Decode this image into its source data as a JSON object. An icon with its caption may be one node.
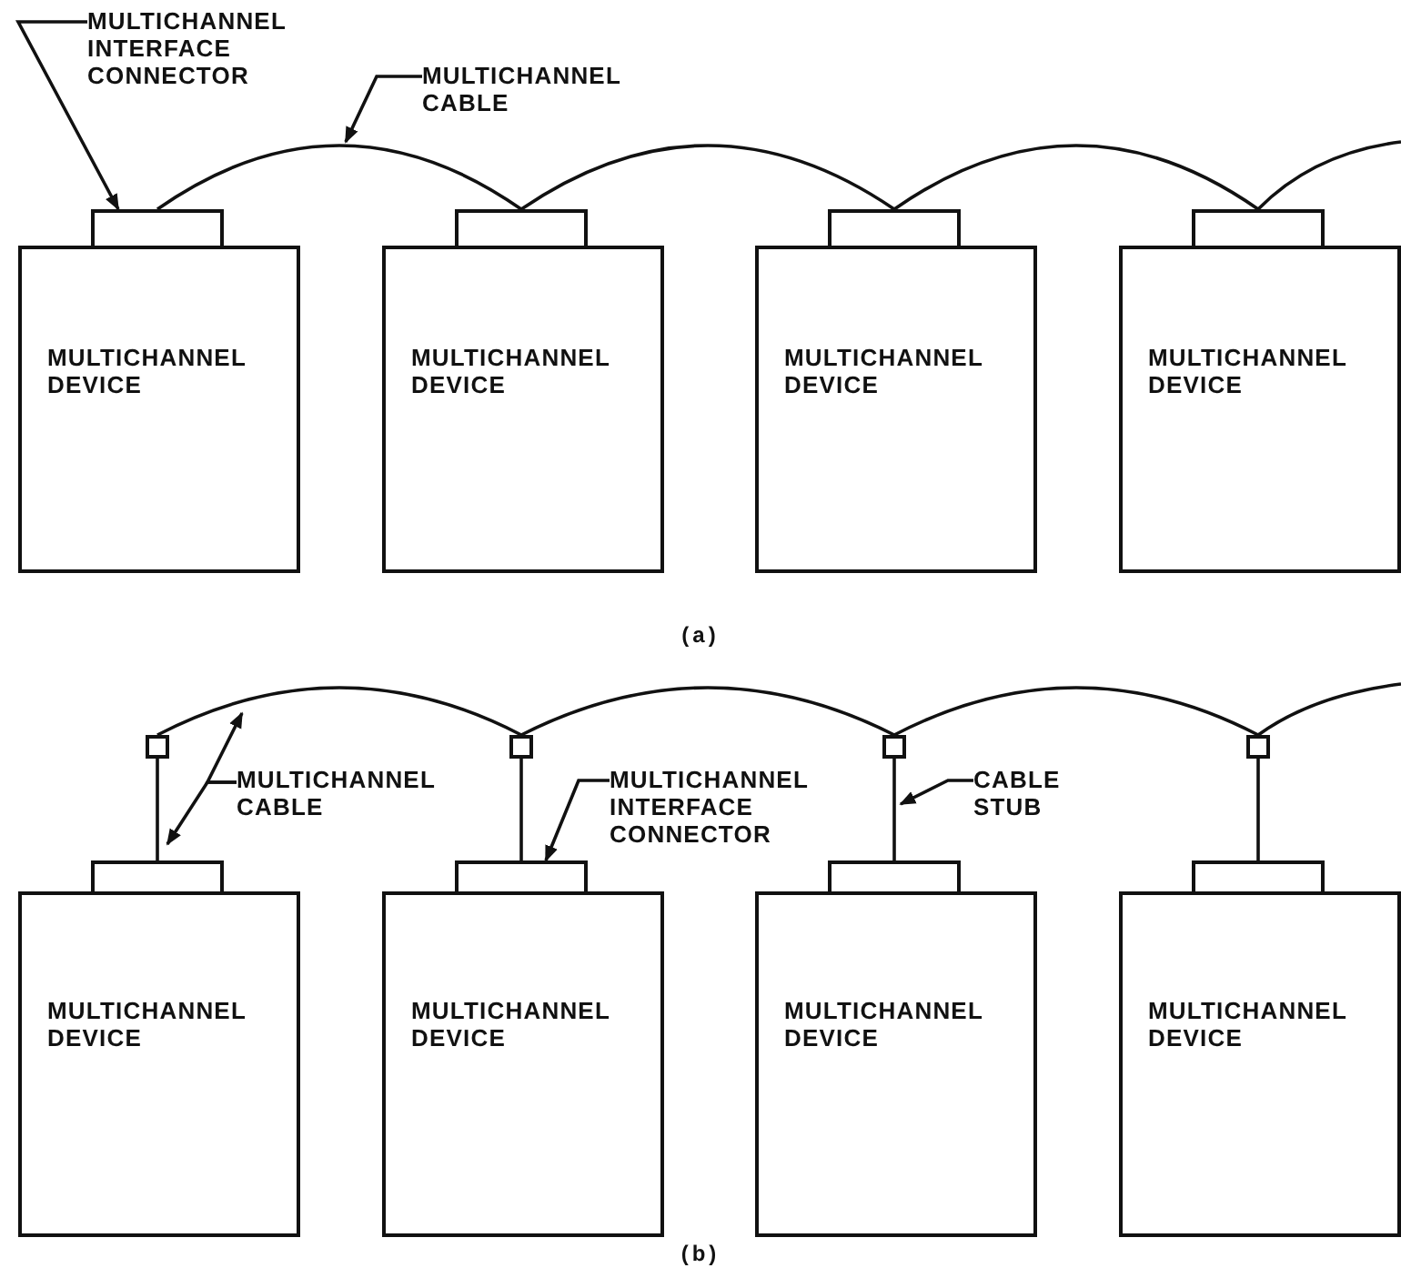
{
  "diagram": {
    "nodes": [
      {
        "text": [
          "MULTICHANNEL INTERFACE CONNECTOR"
        ]
      },
      {
        "text": [
          "MULTICHANNEL CABLE"
        ]
      },
      {
        "text": [],
        "shape": "box"
      },
      {
        "text": [],
        "shape": "box"
      },
      {
        "text": [],
        "shape": "box"
      },
      {
        "text": [],
        "shape": "box"
      },
      {
        "text": [
          "MULTICHANNEL DEVICE"
        ]
      },
      {
        "text": [
          "MULTICHANNEL DEVICE"
        ]
      },
      {
        "text": [
          "MULTICHANNEL DEVICE"
        ]
      },
      {
        "text": [
          "MULTICHANNEL DEVICE"
        ]
      },
      {
        "text": [],
        "shape": "box"
      },
      {
        "text": [],
        "shape": "box"
      },
      {
        "text": [],
        "shape": "box"
      },
      {
        "text": [],
        "shape": "box"
      },
      {
        "text": [
          "MULTICHANNEL CABLE"
        ]
      },
      {
        "text": [
          "MULTICHANNEL INTERFACE CONNECTOR"
        ]
      },
      {
        "text": [
          "CABLE STUB"
        ]
      },
      {
        "text": [],
        "shape": "box"
      },
      {
        "text": [],
        "shape": "box"
      },
      {
        "text": [],
        "shape": "box"
      },
      {
        "text": [],
        "shape": "box"
      },
      {
        "text": [
          "MULTICHANNEL DEVICE"
        ]
      },
      {
        "text": [
          "MULTICHANNEL DEVICE"
        ]
      },
      {
        "text": [
          "MULTICHANNEL DEVICE"
        ]
      },
      {
        "text": [
          "MULTICHANNEL DEVICE"
        ]
      }
    ],
    "edges": [
      {
        "from": 0,
        "to": 2,
        "arrow": "to"
      },
      {
        "from": 1,
        "to": null,
        "arrow": "to"
      },
      {
        "from": 2,
        "to": 3,
        "arrow": "none"
      },
      {
        "from": 3,
        "to": 4,
        "arrow": "none"
      },
      {
        "from": 4,
        "to": 5,
        "arrow": "none"
      },
      {
        "from": 5,
        "to": null,
        "arrow": "none"
      },
      {
        "from": 10,
        "to": 11,
        "arrow": "none"
      },
      {
        "from": 11,
        "to": 12,
        "arrow": "none"
      },
      {
        "from": 12,
        "to": 13,
        "arrow": "none"
      },
      {
        "from": 13,
        "to": null,
        "arrow": "none"
      },
      {
        "from": 17,
        "to": 10,
        "arrow": "none"
      },
      {
        "from": 18,
        "to": 11,
        "arrow": "none"
      },
      {
        "from": 19,
        "to": 12,
        "arrow": "none"
      },
      {
        "from": 20,
        "to": 13,
        "arrow": "none"
      },
      {
        "from": 14,
        "to": 17,
        "arrow": "to"
      },
      {
        "from": 14,
        "to": null,
        "arrow": "to"
      },
      {
        "from": 15,
        "to": 18,
        "arrow": "to"
      },
      {
        "from": 16,
        "to": 12,
        "arrow": "to"
      }
    ],
    "labels": [
      "(a)",
      "(b)"
    ]
  }
}
